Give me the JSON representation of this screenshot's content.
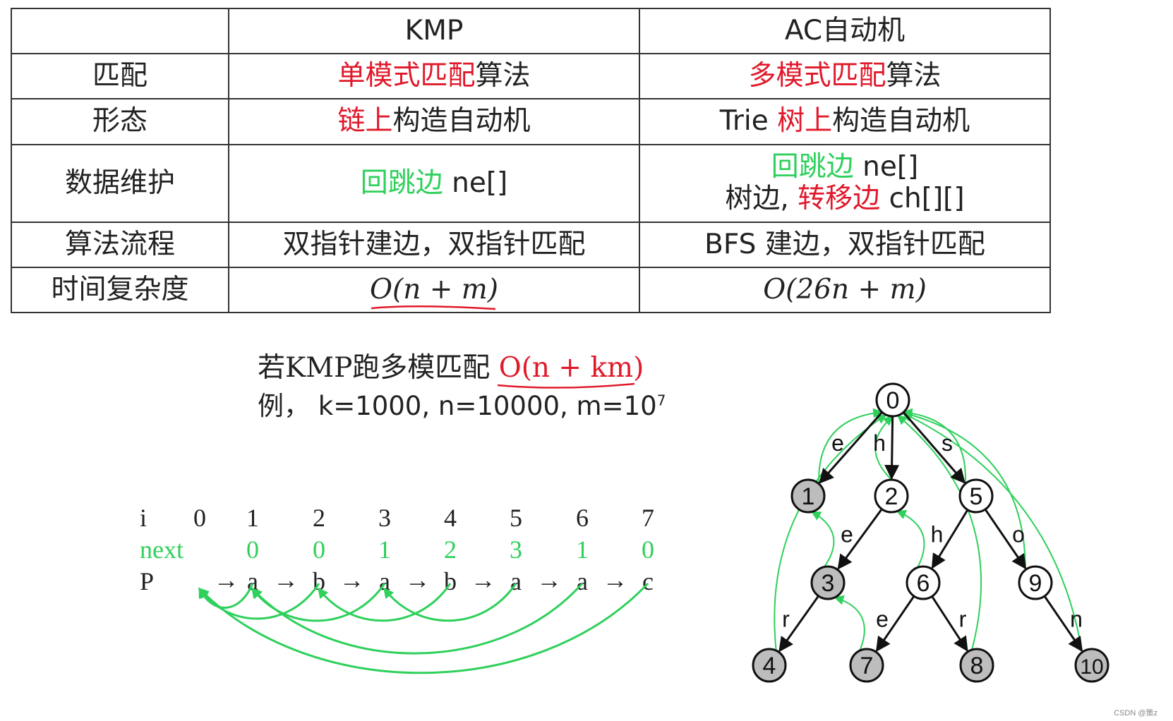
{
  "table": {
    "header": [
      "",
      "KMP",
      "AC自动机"
    ],
    "match": {
      "label": "匹配",
      "kmp_red": "单模式匹配",
      "kmp_rest": "算法",
      "ac_red": "多模式匹配",
      "ac_rest": "算法"
    },
    "form": {
      "label": "形态",
      "kmp_red": "链上",
      "kmp_rest": "构造自动机",
      "ac_pre": "Trie ",
      "ac_red": "树上",
      "ac_rest": "构造自动机"
    },
    "data": {
      "label": "数据维护",
      "kmp_green": "回跳边",
      "kmp_rest": " ne[]",
      "ac_green": "回跳边",
      "ac_line1_rest": " ne[]",
      "ac_line2_pre": "树边, ",
      "ac_line2_red": "转移边",
      "ac_line2_rest": " ch[][]"
    },
    "flow": {
      "label": "算法流程",
      "kmp": "双指针建边，双指针匹配",
      "ac": "BFS 建边，双指针匹配"
    },
    "time": {
      "label": "时间复杂度",
      "kmp": "O(n + m)",
      "ac": "O(26n + m)"
    }
  },
  "note": {
    "line1_prefix": "若KMP跑多模匹配 ",
    "line1_formula": "O(n + km)",
    "line2": "例， k=1000, n=10000, m=10",
    "line2_sup": "7"
  },
  "kmp_seq": {
    "i_label": "i",
    "next_label": "next",
    "p_label": "P",
    "indices": [
      "0",
      "1",
      "2",
      "3",
      "4",
      "5",
      "6",
      "7"
    ],
    "next": [
      "0",
      "0",
      "1",
      "2",
      "3",
      "1",
      "0"
    ],
    "chars": [
      "a",
      "b",
      "a",
      "b",
      "a",
      "a",
      "c"
    ],
    "arrow": "→"
  },
  "trie": {
    "nodes": [
      {
        "id": "0",
        "shaded": false
      },
      {
        "id": "1",
        "shaded": true
      },
      {
        "id": "2",
        "shaded": false
      },
      {
        "id": "3",
        "shaded": true
      },
      {
        "id": "4",
        "shaded": true
      },
      {
        "id": "5",
        "shaded": false
      },
      {
        "id": "6",
        "shaded": false
      },
      {
        "id": "7",
        "shaded": true
      },
      {
        "id": "8",
        "shaded": true
      },
      {
        "id": "9",
        "shaded": false
      },
      {
        "id": "10",
        "shaded": true
      }
    ],
    "edges": [
      {
        "from": "0",
        "to": "1",
        "label": "e"
      },
      {
        "from": "0",
        "to": "2",
        "label": "h"
      },
      {
        "from": "0",
        "to": "5",
        "label": "s"
      },
      {
        "from": "2",
        "to": "3",
        "label": "e"
      },
      {
        "from": "5",
        "to": "6",
        "label": "h"
      },
      {
        "from": "5",
        "to": "9",
        "label": "o"
      },
      {
        "from": "3",
        "to": "4",
        "label": "r"
      },
      {
        "from": "6",
        "to": "7",
        "label": "e"
      },
      {
        "from": "6",
        "to": "8",
        "label": "r"
      },
      {
        "from": "9",
        "to": "10",
        "label": "n"
      }
    ],
    "fail": [
      {
        "from": "1",
        "to": "0"
      },
      {
        "from": "2",
        "to": "0"
      },
      {
        "from": "5",
        "to": "0"
      },
      {
        "from": "3",
        "to": "1"
      },
      {
        "from": "6",
        "to": "2"
      },
      {
        "from": "9",
        "to": "0"
      },
      {
        "from": "4",
        "to": "0"
      },
      {
        "from": "7",
        "to": "3"
      },
      {
        "from": "8",
        "to": "0"
      },
      {
        "from": "10",
        "to": "0"
      }
    ]
  },
  "colors": {
    "red": "#e0192b",
    "green": "#2fd05c",
    "node_shade": "#bdbdbd",
    "edge": "#111111"
  },
  "footer": "CSDN @策z"
}
